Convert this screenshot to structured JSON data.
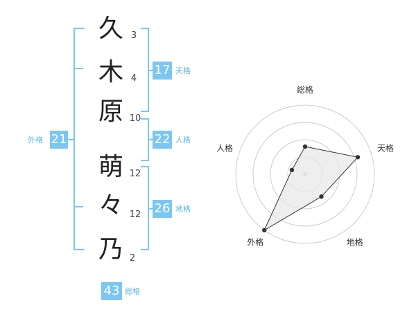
{
  "name_chars": [
    {
      "char": "久",
      "strokes": "3"
    },
    {
      "char": "木",
      "strokes": "4"
    },
    {
      "char": "原",
      "strokes": "10"
    },
    {
      "char": "萌",
      "strokes": "12"
    },
    {
      "char": "々",
      "strokes": "12"
    },
    {
      "char": "乃",
      "strokes": "2"
    }
  ],
  "fortune": {
    "tenkaku": {
      "value": "17",
      "label": "天格"
    },
    "jinkaku": {
      "value": "22",
      "label": "人格"
    },
    "chikaku": {
      "value": "26",
      "label": "地格"
    },
    "gaikaku": {
      "value": "21",
      "label": "外格"
    },
    "soukaku": {
      "value": "43",
      "label": "総格"
    }
  },
  "chart_data": {
    "type": "radar",
    "axes": [
      "総格",
      "天格",
      "地格",
      "外格",
      "人格"
    ],
    "values": [
      2,
      4,
      2,
      5,
      1
    ],
    "max": 5,
    "rings": 4,
    "colors": {
      "line": "#333333",
      "fill": "#e8e8e8",
      "ring": "#cccccc",
      "accent": "#7cc6f2"
    }
  }
}
